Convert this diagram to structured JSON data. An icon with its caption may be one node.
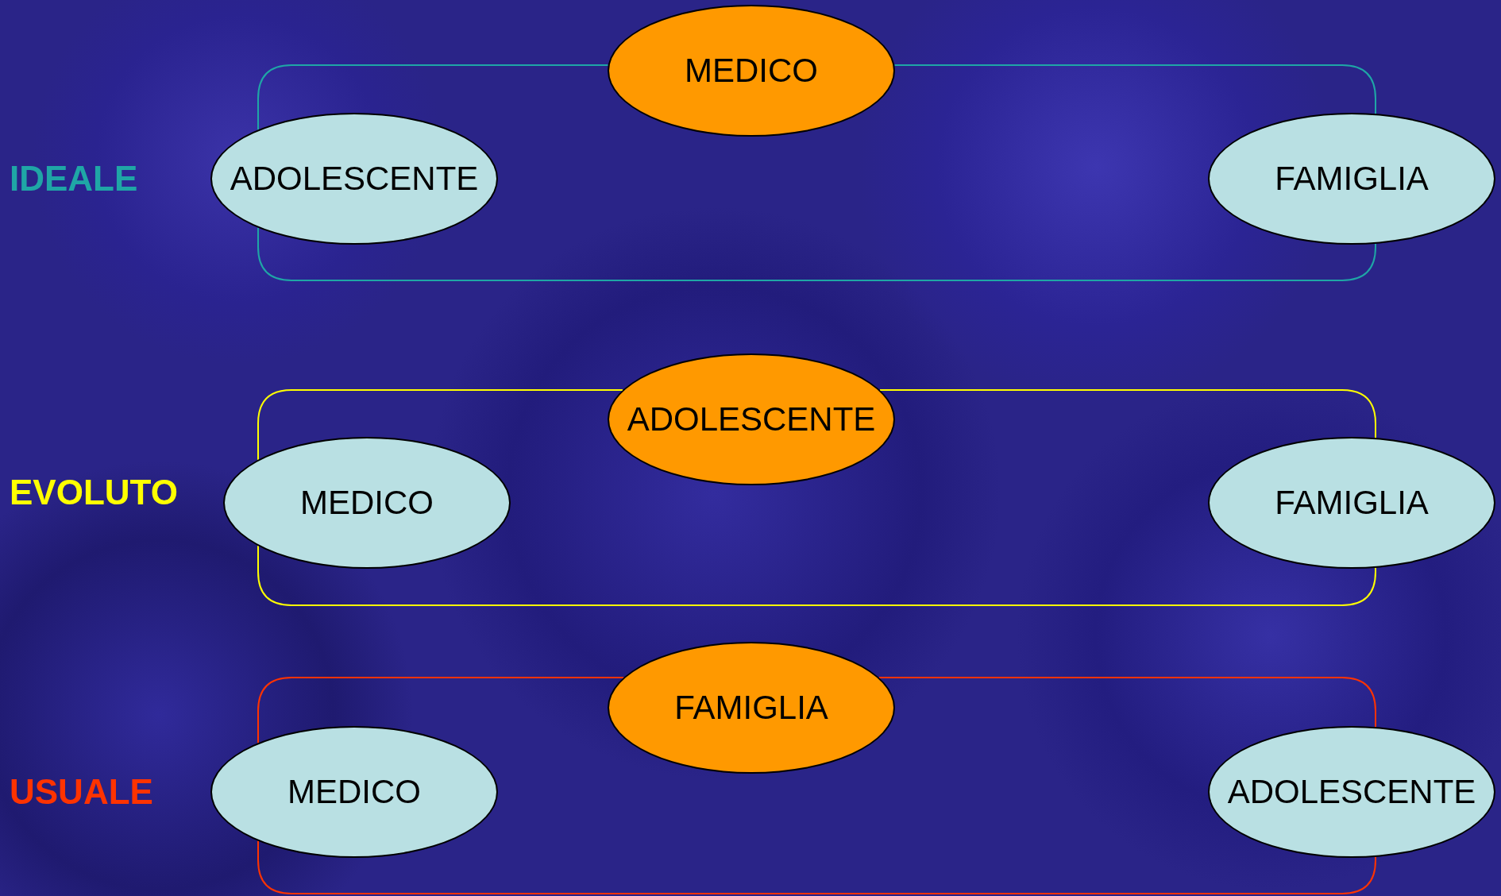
{
  "diagram": {
    "nodes": [
      {
        "text": [
          "MEDICO"
        ]
      },
      {
        "text": [
          "ADOLESCENTE"
        ]
      },
      {
        "text": [
          "FAMIGLIA"
        ]
      },
      {
        "text": [
          "ADOLESCENTE"
        ]
      },
      {
        "text": [
          "MEDICO"
        ]
      },
      {
        "text": [
          "FAMIGLIA"
        ]
      },
      {
        "text": [
          "FAMIGLIA"
        ]
      },
      {
        "text": [
          "MEDICO"
        ]
      },
      {
        "text": [
          "ADOLESCENTE"
        ]
      }
    ],
    "edges": [
      {
        "from": 0,
        "to": 1,
        "arrow": "none",
        "color": "#1fa6a6"
      },
      {
        "from": 1,
        "to": 2,
        "arrow": "none",
        "color": "#1fa6a6"
      },
      {
        "from": 2,
        "to": 0,
        "arrow": "none",
        "color": "#1fa6a6"
      },
      {
        "from": 3,
        "to": 4,
        "arrow": "none",
        "color": "#ffff00"
      },
      {
        "from": 4,
        "to": 5,
        "arrow": "none",
        "color": "#ffff00"
      },
      {
        "from": 5,
        "to": 3,
        "arrow": "none",
        "color": "#ffff00"
      },
      {
        "from": 6,
        "to": 7,
        "arrow": "none",
        "color": "#ff3300"
      },
      {
        "from": 7,
        "to": 8,
        "arrow": "none",
        "color": "#ff3300"
      },
      {
        "from": 8,
        "to": 6,
        "arrow": "none",
        "color": "#ff3300"
      }
    ],
    "labels": [
      "IDEALE",
      "EVOLUTO",
      "USUALE"
    ]
  }
}
